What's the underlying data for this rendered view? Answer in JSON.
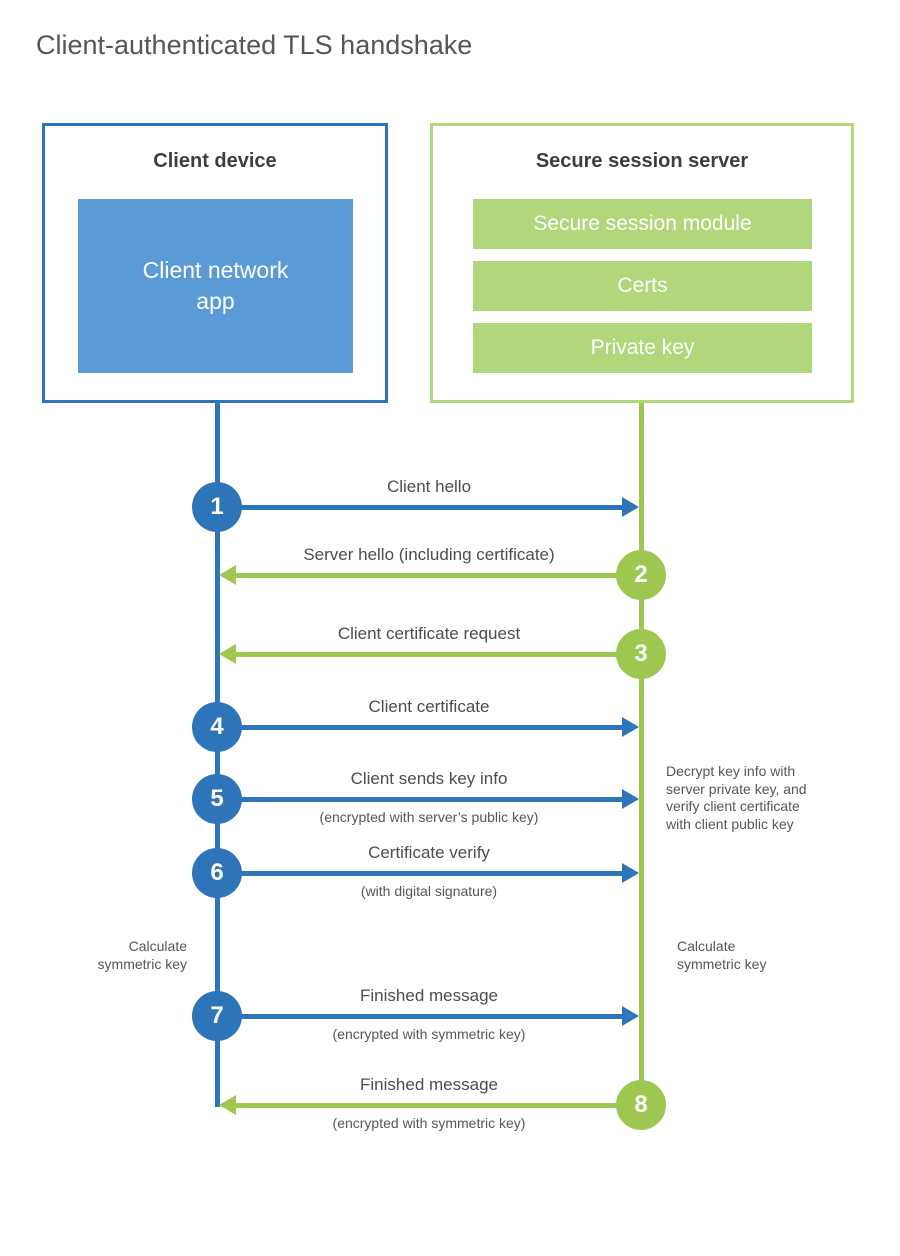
{
  "title": "Client-authenticated TLS handshake",
  "colors": {
    "blue": "#2e74b9",
    "blue_light": "#5b9bd5",
    "green": "#9dc751",
    "green_light": "#b2d67c"
  },
  "client_box": {
    "title": "Client device",
    "app_label": "Client network\napp"
  },
  "server_box": {
    "title": "Secure session server",
    "modules": [
      {
        "label": "Secure session module"
      },
      {
        "label": "Certs"
      },
      {
        "label": "Private key"
      }
    ]
  },
  "steps": [
    {
      "num": "1",
      "actor": "client",
      "direction": "right",
      "color": "#2e74b9",
      "label": "Client hello",
      "sublabel": ""
    },
    {
      "num": "2",
      "actor": "server",
      "direction": "left",
      "color": "#9dc751",
      "label": "Server hello (including certificate)",
      "sublabel": ""
    },
    {
      "num": "3",
      "actor": "server",
      "direction": "left",
      "color": "#9dc751",
      "label": "Client certificate request",
      "sublabel": ""
    },
    {
      "num": "4",
      "actor": "client",
      "direction": "right",
      "color": "#2e74b9",
      "label": "Client certificate",
      "sublabel": ""
    },
    {
      "num": "5",
      "actor": "client",
      "direction": "right",
      "color": "#2e74b9",
      "label": "Client sends key info",
      "sublabel": "(encrypted with server’s public key)"
    },
    {
      "num": "6",
      "actor": "client",
      "direction": "right",
      "color": "#2e74b9",
      "label": "Certificate verify",
      "sublabel": "(with digital signature)"
    },
    {
      "num": "7",
      "actor": "client",
      "direction": "right",
      "color": "#2e74b9",
      "label": "Finished message",
      "sublabel": "(encrypted with symmetric key)"
    },
    {
      "num": "8",
      "actor": "server",
      "direction": "left",
      "color": "#9dc751",
      "label": "Finished message",
      "sublabel": "(encrypted with symmetric key)"
    }
  ],
  "notes": {
    "decrypt": "Decrypt key info with\nserver private key, and\nverify client certificate\nwith client public key",
    "calc_left": "Calculate\nsymmetric key",
    "calc_right": "Calculate\nsymmetric key"
  }
}
